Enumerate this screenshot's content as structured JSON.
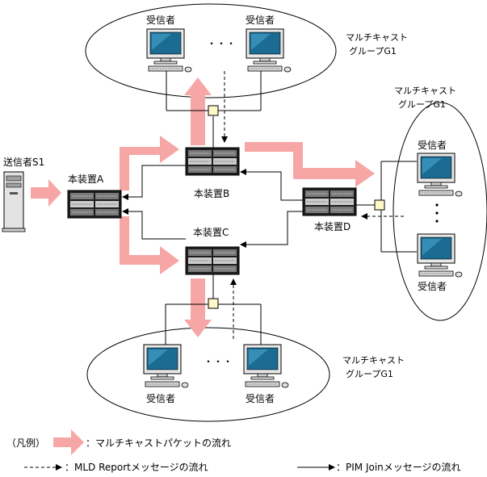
{
  "labels": {
    "sender": "送信者S1",
    "router_a": "本装置A",
    "router_b": "本装置B",
    "router_c": "本装置C",
    "router_d": "本装置D",
    "group_top_line1": "マルチキャスト",
    "group_top_line2": "グループG1",
    "group_right_line1": "マルチキャスト",
    "group_right_line2": "グループG1",
    "group_bottom_line1": "マルチキャスト",
    "group_bottom_line2": "グループG1",
    "receiver": "受信者",
    "ellipsis": "・・・"
  },
  "legend": {
    "title": "（凡例）",
    "multicast_flow": "：マルチキャストパケットの流れ",
    "mld_report_flow": "：MLD Reportメッセージの流れ",
    "pim_join_flow": "：PIM Joinメッセージの流れ"
  },
  "colors": {
    "multicast_arrow": "#f7a6a6",
    "switch_node": "#fff8c8",
    "monitor_screen": "#1b6b92",
    "line": "#000000"
  }
}
